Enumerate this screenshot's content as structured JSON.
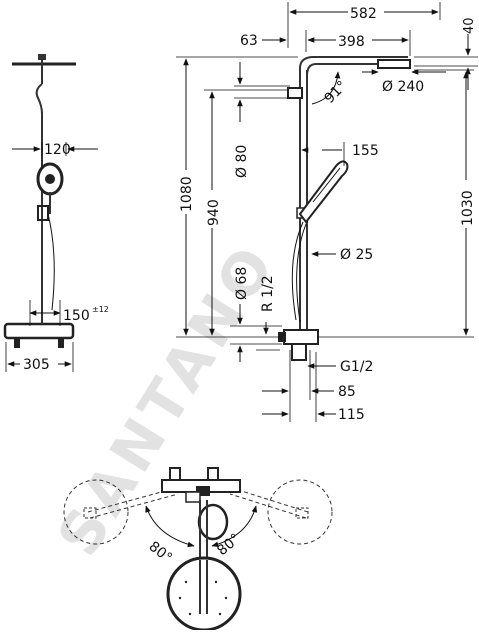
{
  "watermark": "SANTANO",
  "side_view": {
    "dim_head_width": "120",
    "dim_center": "150",
    "dim_center_tolerance": "±12",
    "dim_thermostat_width": "305"
  },
  "front_view": {
    "dim_total_width": "582",
    "dim_arm_length": "398",
    "dim_offset": "63",
    "dim_head_height": "40",
    "dim_angle": "91°",
    "dim_head_diameter": "Ø 240",
    "dim_bar_diameter": "Ø 80",
    "dim_handshower_offset": "155",
    "dim_total_height": "1080",
    "dim_pipe_height": "940",
    "dim_head_to_outlet": "1030",
    "dim_pipe_diameter": "Ø 25",
    "dim_connection_diameter": "Ø 68",
    "dim_connection_thread": "R 1/2",
    "dim_outlet_thread": "G1/2",
    "dim_depth_a": "85",
    "dim_depth_b": "115"
  },
  "top_view": {
    "dim_rotation_left": "80°",
    "dim_rotation_right": "80°"
  }
}
